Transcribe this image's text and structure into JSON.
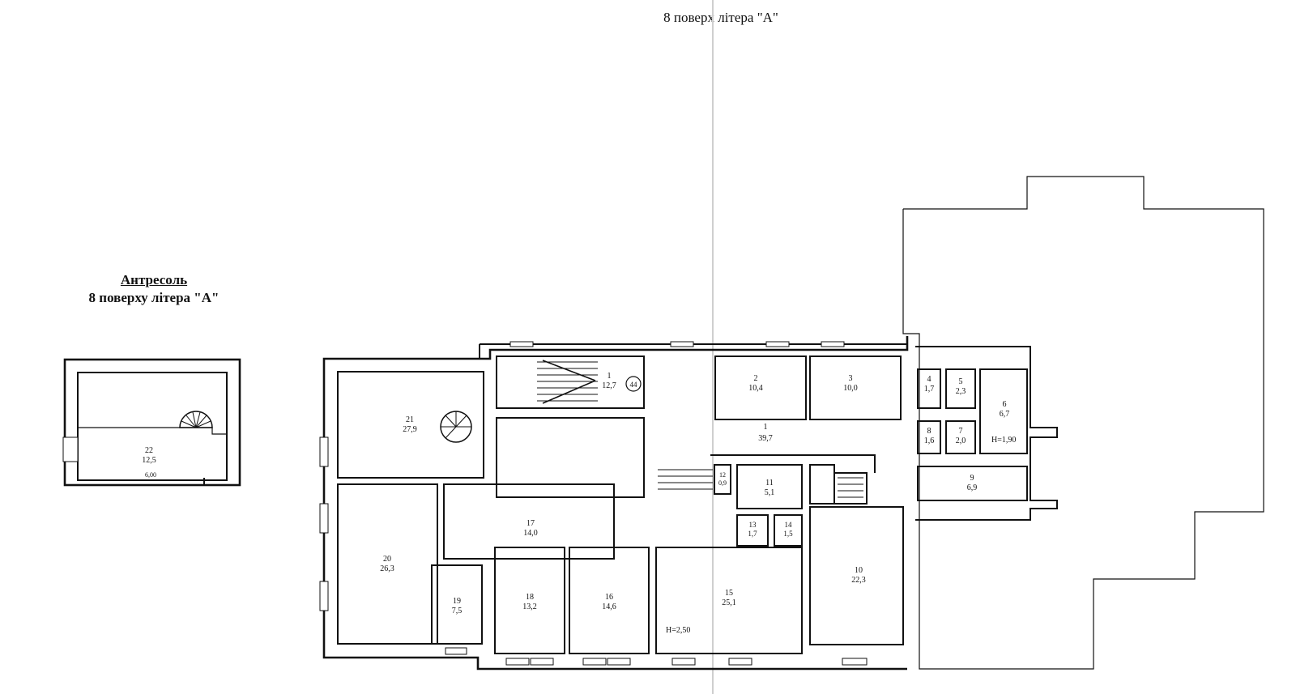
{
  "titles": {
    "floor": "8 поверх  літера \"А\"",
    "mezzanine_line1": "Антресоль",
    "mezzanine_line2": "8 поверху літера \"А\""
  },
  "room_labels": {
    "r1a": {
      "num": "1",
      "area": "12,7"
    },
    "r1b": {
      "num": "1",
      "area": "39,7"
    },
    "r2": {
      "num": "2",
      "area": "10,4"
    },
    "r3": {
      "num": "3",
      "area": "10,0"
    },
    "r4": {
      "num": "4",
      "area": "1,7"
    },
    "r5": {
      "num": "5",
      "area": "2,3"
    },
    "r6": {
      "num": "6",
      "area": "6,7"
    },
    "r7": {
      "num": "7",
      "area": "2,0"
    },
    "r8": {
      "num": "8",
      "area": "1,6"
    },
    "r9": {
      "num": "9",
      "area": "6,9"
    },
    "r10": {
      "num": "10",
      "area": "22,3"
    },
    "r11": {
      "num": "11",
      "area": "5,1"
    },
    "r12": {
      "num": "12",
      "area": "0,9"
    },
    "r13": {
      "num": "13",
      "area": "1,7"
    },
    "r14": {
      "num": "14",
      "area": "1,5"
    },
    "r15": {
      "num": "15",
      "area": "25,1"
    },
    "r16": {
      "num": "16",
      "area": "14,6"
    },
    "r17": {
      "num": "17",
      "area": "14,0"
    },
    "r18": {
      "num": "18",
      "area": "13,2"
    },
    "r19": {
      "num": "19",
      "area": "7,5"
    },
    "r20": {
      "num": "20",
      "area": "26,3"
    },
    "r21": {
      "num": "21",
      "area": "27,9"
    },
    "r22": {
      "num": "22",
      "area": "12,5"
    }
  },
  "heights": {
    "h1": "Н=1,90",
    "h2": "Н=2,50"
  },
  "markers": {
    "circle": "44"
  },
  "dimensions": {
    "mezz_width": "6,00"
  }
}
